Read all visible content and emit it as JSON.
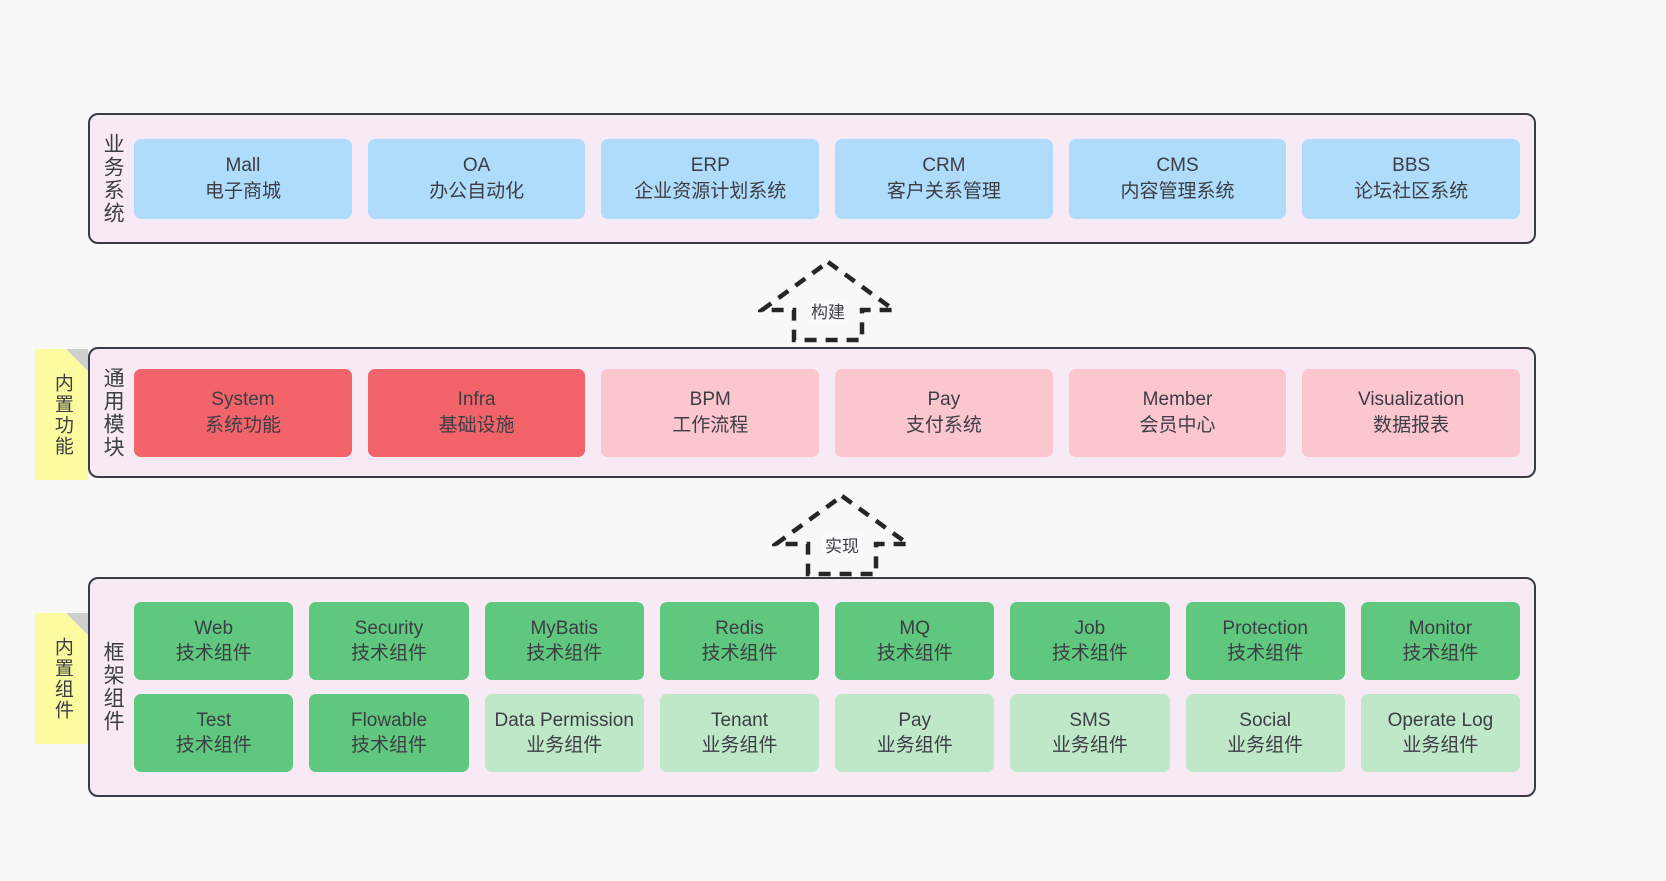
{
  "diagram": {
    "background_color": "#f8f8f8",
    "layer_fill": "#f8eaf4",
    "layer_border": "#3b3b47",
    "sticky_color": "#fbfba0"
  },
  "layers": [
    {
      "key": "business-systems",
      "title": "业务系统",
      "card_color": "#aedcfa",
      "cards": [
        {
          "en": "Mall",
          "cn": "电子商城"
        },
        {
          "en": "OA",
          "cn": "办公自动化"
        },
        {
          "en": "ERP",
          "cn": "企业资源计划系统"
        },
        {
          "en": "CRM",
          "cn": "客户关系管理"
        },
        {
          "en": "CMS",
          "cn": "内容管理系统"
        },
        {
          "en": "BBS",
          "cn": "论坛社区系统"
        }
      ]
    },
    {
      "key": "common-modules",
      "title": "通用模块",
      "sticky": "内置功能",
      "card_color_primary": "#f2636a",
      "card_color_secondary": "#fbc6ce",
      "cards": [
        {
          "en": "System",
          "cn": "系统功能",
          "variant": "red"
        },
        {
          "en": "Infra",
          "cn": "基础设施",
          "variant": "red"
        },
        {
          "en": "BPM",
          "cn": "工作流程",
          "variant": "pink"
        },
        {
          "en": "Pay",
          "cn": "支付系统",
          "variant": "pink"
        },
        {
          "en": "Member",
          "cn": "会员中心",
          "variant": "pink"
        },
        {
          "en": "Visualization",
          "cn": "数据报表",
          "variant": "pink"
        }
      ]
    },
    {
      "key": "framework-components",
      "title": "框架组件",
      "sticky": "内置组件",
      "card_color_primary": "#5fc87e",
      "card_color_secondary": "#bfe8c9",
      "rows": [
        [
          {
            "en": "Web",
            "cn": "技术组件",
            "variant": "green"
          },
          {
            "en": "Security",
            "cn": "技术组件",
            "variant": "green"
          },
          {
            "en": "MyBatis",
            "cn": "技术组件",
            "variant": "green"
          },
          {
            "en": "Redis",
            "cn": "技术组件",
            "variant": "green"
          },
          {
            "en": "MQ",
            "cn": "技术组件",
            "variant": "green"
          },
          {
            "en": "Job",
            "cn": "技术组件",
            "variant": "green"
          },
          {
            "en": "Protection",
            "cn": "技术组件",
            "variant": "green"
          },
          {
            "en": "Monitor",
            "cn": "技术组件",
            "variant": "green"
          }
        ],
        [
          {
            "en": "Test",
            "cn": "技术组件",
            "variant": "green"
          },
          {
            "en": "Flowable",
            "cn": "技术组件",
            "variant": "green"
          },
          {
            "en": "Data Permission",
            "cn": "业务组件",
            "variant": "green-light"
          },
          {
            "en": "Tenant",
            "cn": "业务组件",
            "variant": "green-light"
          },
          {
            "en": "Pay",
            "cn": "业务组件",
            "variant": "green-light"
          },
          {
            "en": "SMS",
            "cn": "业务组件",
            "variant": "green-light"
          },
          {
            "en": "Social",
            "cn": "业务组件",
            "variant": "green-light"
          },
          {
            "en": "Operate Log",
            "cn": "业务组件",
            "variant": "green-light"
          }
        ]
      ]
    }
  ],
  "arrows": [
    {
      "key": "build",
      "label": "构建"
    },
    {
      "key": "implement",
      "label": "实现"
    }
  ]
}
